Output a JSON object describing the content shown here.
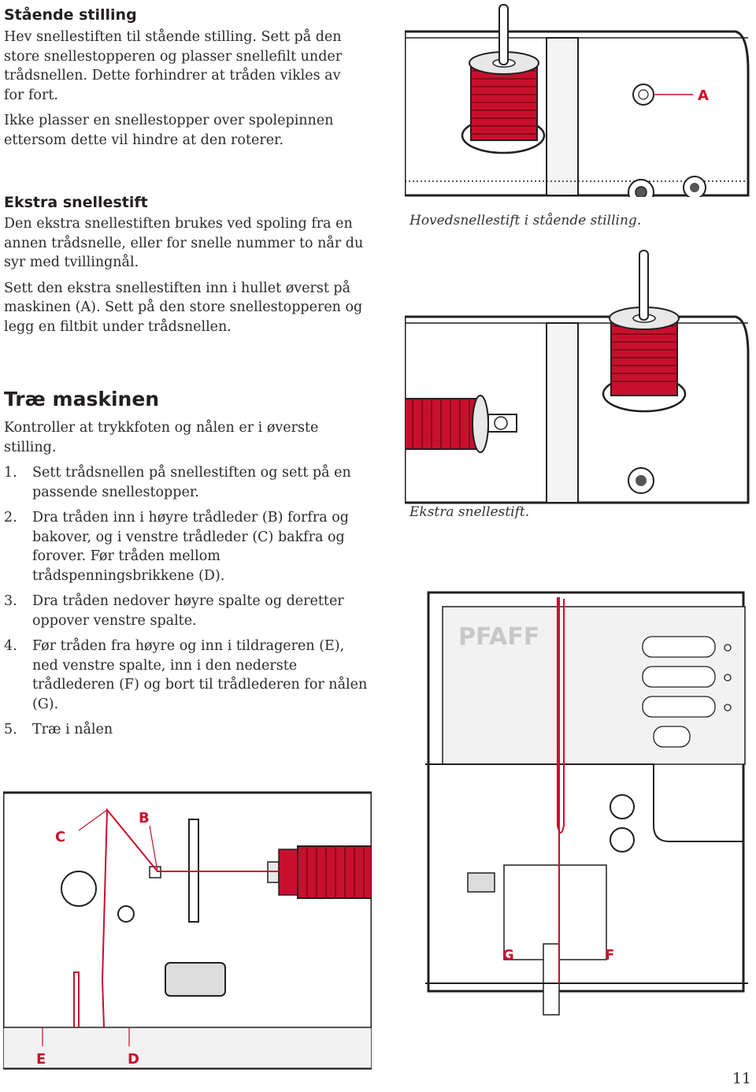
{
  "section1": {
    "heading": "Stående stilling",
    "p1": "Hev snellestiften til stående stilling. Sett på den store snellestopperen og plasser snellefilt under trådsnellen. Dette forhindrer at tråden vikles av for fort.",
    "p2": "Ikke plasser en snellestopper over spolepinnen ettersom dette vil hindre at den roterer."
  },
  "section2": {
    "heading": "Ekstra snellestift",
    "p1": "Den ekstra snellestiften brukes ved spoling fra en annen trådsnelle, eller for snelle nummer to når du syr med tvillingnål.",
    "p2": "Sett den ekstra snellestiften inn i hullet øverst på maskinen (A). Sett på den store snellestopperen og legg en filtbit under trådsnellen."
  },
  "section3": {
    "heading": "Træ maskinen",
    "intro": "Kontroller at trykkfoten og nålen er i øverste stilling.",
    "steps": [
      {
        "num": "1.",
        "text": "Sett trådsnellen på snellestiften og sett på en passende snellestopper."
      },
      {
        "num": "2.",
        "text": "Dra tråden inn i høyre trådleder (B) forfra og bakover, og i venstre trådleder (C) bakfra og forover. Før tråden mellom trådspenningsbrikkene (D)."
      },
      {
        "num": "3.",
        "text": "Dra tråden nedover høyre spalte og deretter oppover venstre spalte."
      },
      {
        "num": "4.",
        "text": "Før tråden fra høyre og inn i tildrageren (E), ned venstre spalte, inn i den nederste trådlederen (F) og bort til trådlederen for nålen (G)."
      },
      {
        "num": "5.",
        "text": "Træ i nålen"
      }
    ]
  },
  "figures": {
    "fig1_label": "A",
    "fig1_caption": "Hovedsnellestift i stående stilling.",
    "fig2_caption": "Ekstra snellestift.",
    "machine_brand": "PFAFF",
    "labels": {
      "b": "B",
      "c": "C",
      "d": "D",
      "e": "E",
      "f": "F",
      "g": "G"
    }
  },
  "page_number": "11",
  "colors": {
    "thread_red": "#c8102e",
    "spool_dark": "#8b0a1a",
    "outline": "#231f20",
    "machine_gray": "#e6e6e6"
  }
}
